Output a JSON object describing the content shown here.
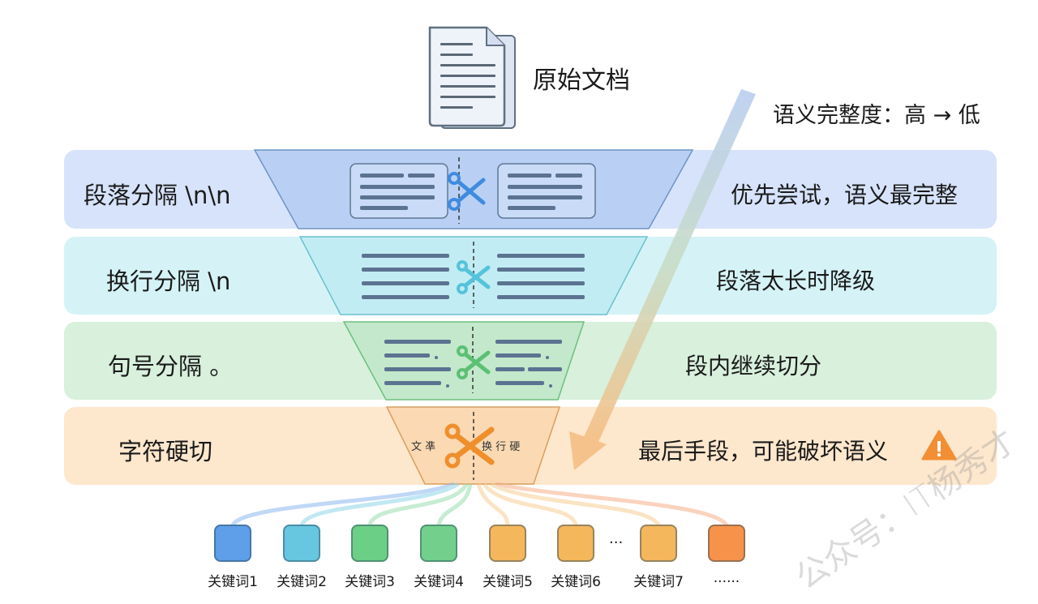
{
  "header": {
    "doc_title": "原始文档",
    "doc_icon": "document-icon",
    "gradient_label": "语义完整度：高 → 低"
  },
  "levels": [
    {
      "label": "段落分隔 \\n\\n",
      "description": "优先尝试，语义最完整",
      "band_color": "#d6e3fa",
      "funnel_color": "#b9d0f4",
      "accent": "#3f8be0",
      "icon": "scissors-icon"
    },
    {
      "label": "换行分隔 \\n",
      "description": "段落太长时降级",
      "band_color": "#d5f3f7",
      "funnel_color": "#c2ecf3",
      "accent": "#55c3da",
      "icon": "scissors-icon"
    },
    {
      "label": "句号分隔 。",
      "description": "段内继续切分",
      "band_color": "#d8f0dc",
      "funnel_color": "#c4e8cb",
      "accent": "#5cc074",
      "icon": "scissors-icon"
    },
    {
      "label": "字符硬切",
      "description": "最后手段，可能破坏语义",
      "band_color": "#fde7cd",
      "funnel_color": "#fbd9b3",
      "accent": "#ef8f2c",
      "icon": "scissors-icon",
      "warning_icon": "warning-icon",
      "cut_text_left": "文 凖",
      "cut_text_right": "换 行 硬"
    }
  ],
  "keywords": [
    {
      "label": "关键词1",
      "color": "#5f9ee8"
    },
    {
      "label": "关键词2",
      "color": "#67c7e0"
    },
    {
      "label": "关键词3",
      "color": "#6ccf86"
    },
    {
      "label": "关键词4",
      "color": "#72d08c"
    },
    {
      "label": "关键词5",
      "color": "#f4b75c"
    },
    {
      "label": "关键词6",
      "color": "#f4b75c"
    },
    {
      "label": "关键词7",
      "color": "#f4b75c"
    },
    {
      "label": "......",
      "color": "#f6924a"
    }
  ],
  "keyword_gap_marker": "...",
  "watermark": "公众号：IT杨秀才"
}
